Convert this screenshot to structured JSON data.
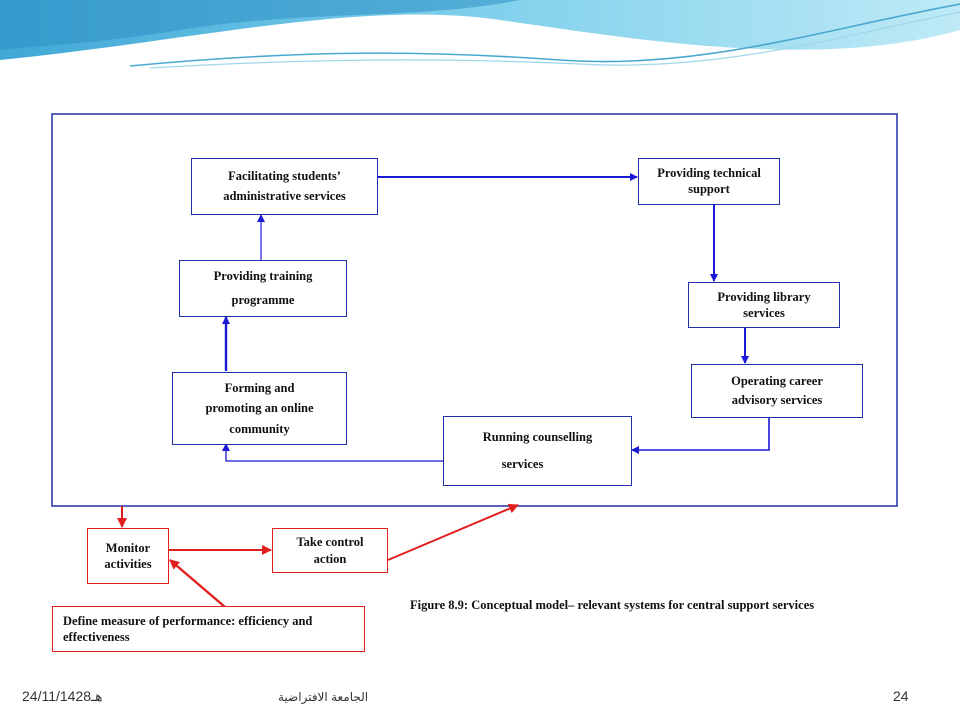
{
  "diagram": {
    "boxes": {
      "facilitating": [
        "Facilitating students’",
        "administrative services"
      ],
      "technical": [
        "Providing technical",
        "support"
      ],
      "library": [
        "Providing library",
        "services"
      ],
      "career": [
        "Operating career",
        "advisory services"
      ],
      "counselling": [
        "Running counselling",
        "services"
      ],
      "community": [
        "Forming and",
        "promoting an online",
        "community"
      ],
      "training": [
        "Providing training",
        "programme"
      ],
      "monitor": [
        "Monitor",
        "activities"
      ],
      "control": [
        "Take control",
        "action"
      ],
      "measure": [
        "Define measure of performance: efficiency and",
        "effectiveness"
      ]
    },
    "caption": "Figure 8.9: Conceptual model– relevant systems for central support services"
  },
  "footer": {
    "date": "24/11/1428هـ",
    "org": "الجامعة الافتراضية",
    "page": "24"
  },
  "colors": {
    "system_border": "#1f2fa8",
    "arrow_blue": "#1a1ad6",
    "control_red": "#e21f1f"
  }
}
